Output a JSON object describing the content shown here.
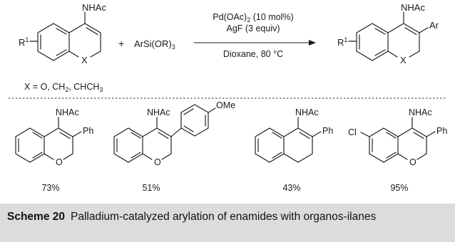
{
  "reaction": {
    "reactant1_substituent": "NHAc",
    "reactant1_r": "R",
    "reactant1_r_sup": "1",
    "reactant1_x": "X",
    "plus": "+",
    "reagent_main": "ArSi(OR)",
    "reagent_sub": "3",
    "conditions_line1_main": "Pd(OAc)",
    "conditions_line1_sub": "2",
    "conditions_line1_rest": " (10 mol%)",
    "conditions_line2": "AgF (3 equiv)",
    "conditions_line3": "Dioxane, 80 °C",
    "product_substituent": "NHAc",
    "product_ar": "Ar",
    "product_r": "R",
    "product_r_sup": "1",
    "product_x": "X",
    "x_definition_main": "X = O, CH",
    "x_definition_sub": "2",
    "x_definition_rest": ", CHCH",
    "x_definition_sub2": "3"
  },
  "examples": [
    {
      "substituent": "NHAc",
      "aryl": "Ph",
      "ring_atom": "O",
      "yield": "73%"
    },
    {
      "substituent": "NHAc",
      "aryl": "OMe",
      "ring_atom": "O",
      "yield": "51%"
    },
    {
      "substituent": "NHAc",
      "aryl": "Ph",
      "ring_atom": "",
      "yield": "43%"
    },
    {
      "substituent": "NHAc",
      "aryl": "Ph",
      "ring_atom": "O",
      "extra": "Cl",
      "yield": "95%"
    }
  ],
  "caption": {
    "label": "Scheme 20",
    "text": "Palladium-catalyzed arylation of enamides with organos-ilanes"
  },
  "colors": {
    "caption_background": "#dcdcdc",
    "ink": "#1a1a1a"
  }
}
